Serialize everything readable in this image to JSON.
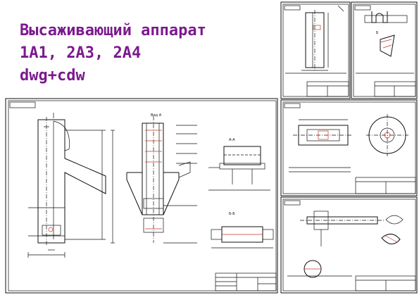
{
  "heading": {
    "lines": [
      "Высаживающий аппарат",
      "1А1, 2А3, 2А4",
      "dwg+cdw"
    ]
  },
  "colors": {
    "heading": "#7b1a8e",
    "line": "#111111",
    "accent": "#c0392b"
  },
  "sheets": {
    "assembly": {
      "view_label": "Вид А",
      "section_label": "А-А",
      "section_label_2": "Б-Б"
    },
    "hooks": {
      "view_label": "Б"
    }
  }
}
